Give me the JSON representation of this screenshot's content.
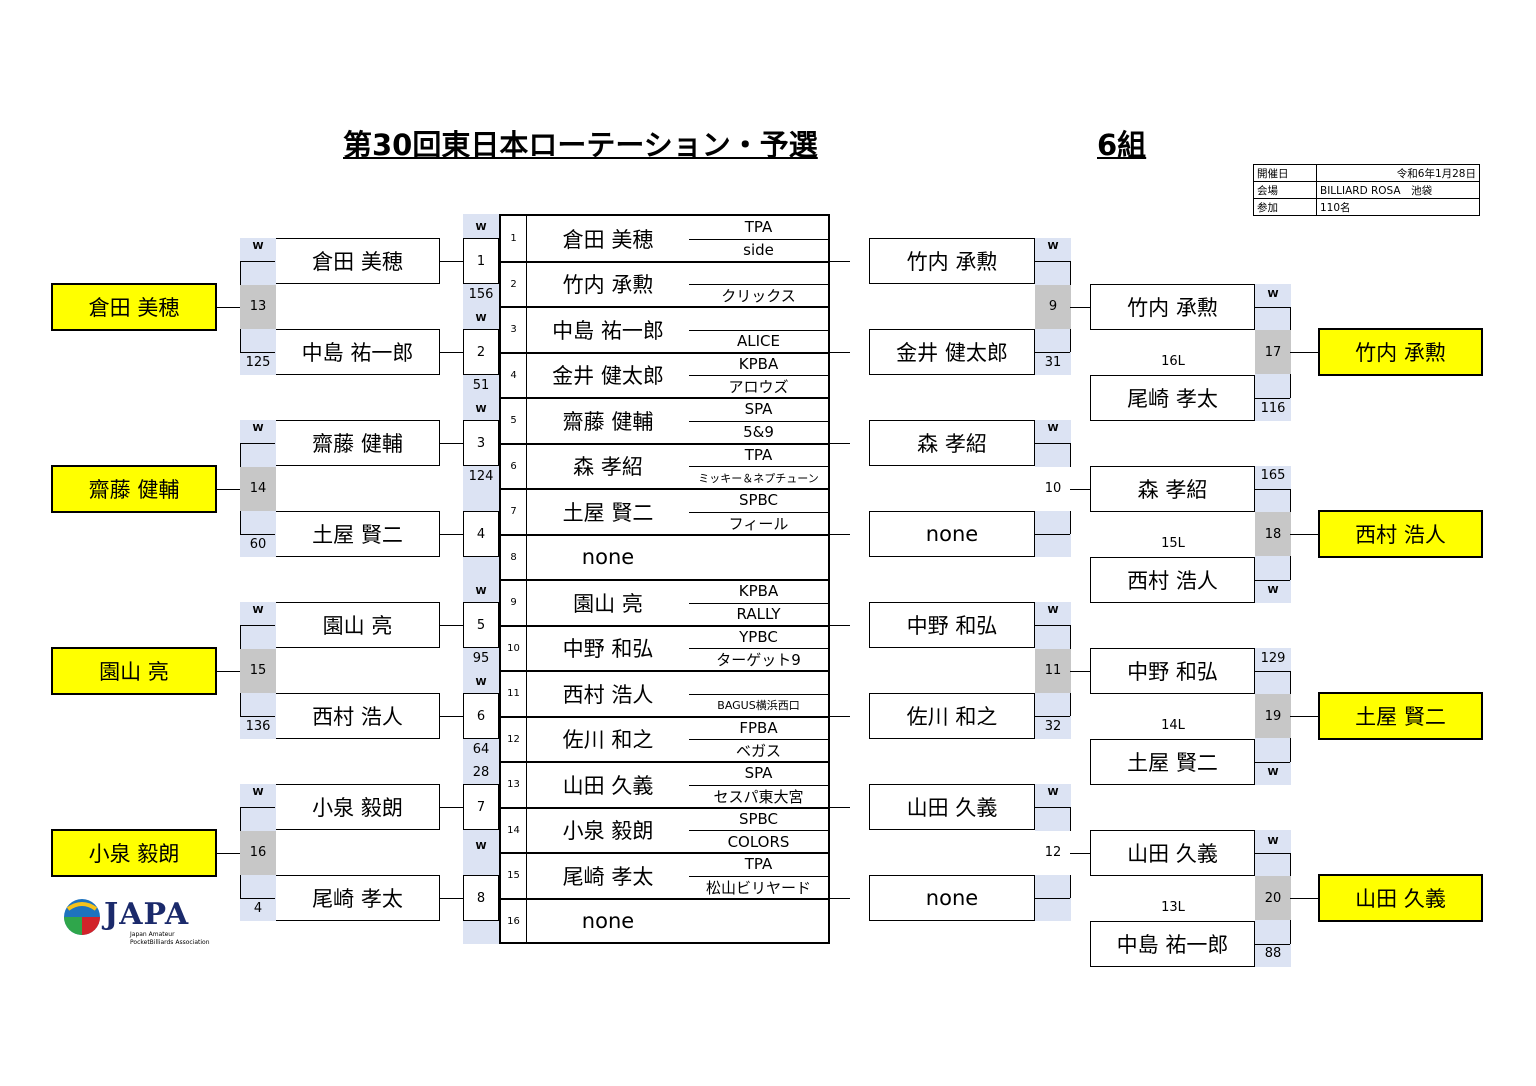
{
  "title": "第30回東日本ローテーション・予選",
  "group": "6組",
  "info": {
    "date_label": "開催日",
    "date": "令和6年1月28日",
    "venue_label": "会場",
    "venue": "BILLIARD ROSA　池袋",
    "participants_label": "参加",
    "participants": "110名"
  },
  "center": [
    {
      "no": "1",
      "name": "倉田 美穂",
      "c1": "TPA",
      "c2": "side"
    },
    {
      "no": "2",
      "name": "竹内 承勲",
      "c1": "",
      "c2": "クリックス"
    },
    {
      "no": "3",
      "name": "中島 祐一郎",
      "c1": "",
      "c2": "ALICE"
    },
    {
      "no": "4",
      "name": "金井 健太郎",
      "c1": "KPBA",
      "c2": "アロウズ"
    },
    {
      "no": "5",
      "name": "齋藤 健輔",
      "c1": "SPA",
      "c2": "5&9"
    },
    {
      "no": "6",
      "name": "森 孝紹",
      "c1": "TPA",
      "c2": "ミッキー＆ネプチューン"
    },
    {
      "no": "7",
      "name": "土屋 賢二",
      "c1": "SPBC",
      "c2": "フィール"
    },
    {
      "no": "8",
      "name": "none",
      "c1": "",
      "c2": ""
    },
    {
      "no": "9",
      "name": "園山 亮",
      "c1": "KPBA",
      "c2": "RALLY"
    },
    {
      "no": "10",
      "name": "中野 和弘",
      "c1": "YPBC",
      "c2": "ターゲット9"
    },
    {
      "no": "11",
      "name": "西村 浩人",
      "c1": "",
      "c2": "BAGUS横浜西口"
    },
    {
      "no": "12",
      "name": "佐川 和之",
      "c1": "FPBA",
      "c2": "ベガス"
    },
    {
      "no": "13",
      "name": "山田 久義",
      "c1": "SPA",
      "c2": "セスパ東大宮"
    },
    {
      "no": "14",
      "name": "小泉 毅朗",
      "c1": "SPBC",
      "c2": "COLORS"
    },
    {
      "no": "15",
      "name": "尾崎 孝太",
      "c1": "TPA",
      "c2": "松山ビリヤード"
    },
    {
      "no": "16",
      "name": "none",
      "c1": "",
      "c2": ""
    }
  ],
  "left": {
    "r1_names": [
      "倉田 美穂",
      "中島 祐一郎",
      "齋藤 健輔",
      "土屋 賢二",
      "園山 亮",
      "西村 浩人",
      "小泉 毅朗",
      "尾崎 孝太"
    ],
    "match_nums": [
      "1",
      "2",
      "3",
      "4",
      "5",
      "6",
      "7",
      "8"
    ],
    "scores_mid": [
      "156",
      "51",
      "124",
      "95",
      "64",
      "28"
    ],
    "w_marks": [
      "W",
      "W",
      "W",
      "W",
      "W",
      "W",
      "W"
    ],
    "match2_nums": [
      "13",
      "14",
      "15",
      "16"
    ],
    "match2_scores": [
      "125",
      "60",
      "136",
      "4"
    ],
    "winners": [
      "倉田 美穂",
      "齋藤 健輔",
      "園山 亮",
      "小泉 毅朗"
    ]
  },
  "right": {
    "r1_names": [
      "竹内 承勲",
      "金井 健太郎",
      "森 孝紹",
      "none",
      "中野 和弘",
      "佐川 和之",
      "山田 久義",
      "none"
    ],
    "r1_nums": [
      "9",
      "10",
      "11",
      "12"
    ],
    "r1_scores": [
      "31",
      "32"
    ],
    "r2_names": [
      "竹内 承勲",
      "尾崎 孝太",
      "森 孝紹",
      "西村 浩人",
      "中野 和弘",
      "土屋 賢二",
      "山田 久義",
      "中島 祐一郎"
    ],
    "loser_tags": [
      "16L",
      "15L",
      "14L",
      "13L"
    ],
    "r2_nums": [
      "17",
      "18",
      "19",
      "20"
    ],
    "r2_scores": [
      "116",
      "165",
      "129",
      "88"
    ],
    "winners": [
      "竹内 承勲",
      "西村 浩人",
      "土屋 賢二",
      "山田 久義"
    ]
  },
  "w": "W",
  "logo": {
    "text": "JAPA",
    "sub1": "Japan Amateur",
    "sub2": "PocketBilliards Association"
  }
}
